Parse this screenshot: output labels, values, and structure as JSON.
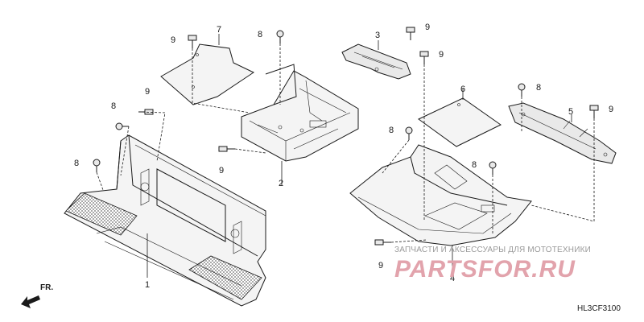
{
  "diagram": {
    "code": "HL3CF3100",
    "direction_label": "FR.",
    "watermark_caption": "ЗАПЧАСТИ И АКСЕССУАРЫ ДЛЯ МОТОТЕХНИКИ",
    "watermark_brand": "PARTSFOR.RU",
    "callouts": [
      {
        "id": "c1",
        "text": "1"
      },
      {
        "id": "c2",
        "text": "2"
      },
      {
        "id": "c3",
        "text": "3"
      },
      {
        "id": "c4",
        "text": "4"
      },
      {
        "id": "c5",
        "text": "5"
      },
      {
        "id": "c6",
        "text": "6"
      },
      {
        "id": "c7",
        "text": "7"
      },
      {
        "id": "c8a",
        "text": "8"
      },
      {
        "id": "c8b",
        "text": "8"
      },
      {
        "id": "c8c",
        "text": "8"
      },
      {
        "id": "c8d",
        "text": "8"
      },
      {
        "id": "c8e",
        "text": "8"
      },
      {
        "id": "c8f",
        "text": "8"
      },
      {
        "id": "c9a",
        "text": "9"
      },
      {
        "id": "c9b",
        "text": "9"
      },
      {
        "id": "c9c",
        "text": "9"
      },
      {
        "id": "c9d",
        "text": "9"
      },
      {
        "id": "c9e",
        "text": "9"
      },
      {
        "id": "c9f",
        "text": "9"
      },
      {
        "id": "c9g",
        "text": "9"
      }
    ]
  }
}
